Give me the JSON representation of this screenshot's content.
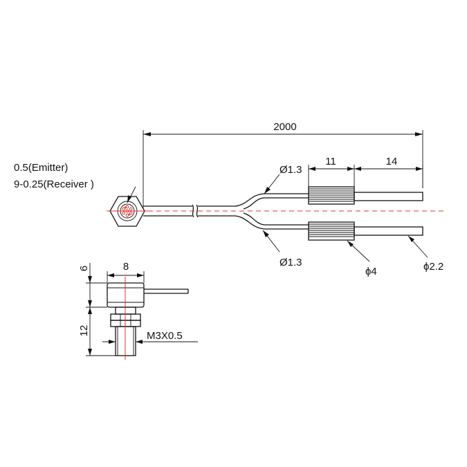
{
  "labels": {
    "cable_length": "2000",
    "fiber_core_line1": "0.5(Emitter)",
    "fiber_core_line2": "9-0.25(Receiver )",
    "sheath_upper": "Ø1.3",
    "sleeve_length": "11",
    "tip_length": "14",
    "sheath_lower": "Ø1.3",
    "sleeve_diameter": "ϕ4",
    "tip_diameter": "ϕ2.2",
    "head_width": "8",
    "head_height": "6",
    "thread_length": "12",
    "thread_spec": "M3X0.5"
  },
  "colors": {
    "outline": "#111111",
    "center_line": "#d9342b"
  }
}
